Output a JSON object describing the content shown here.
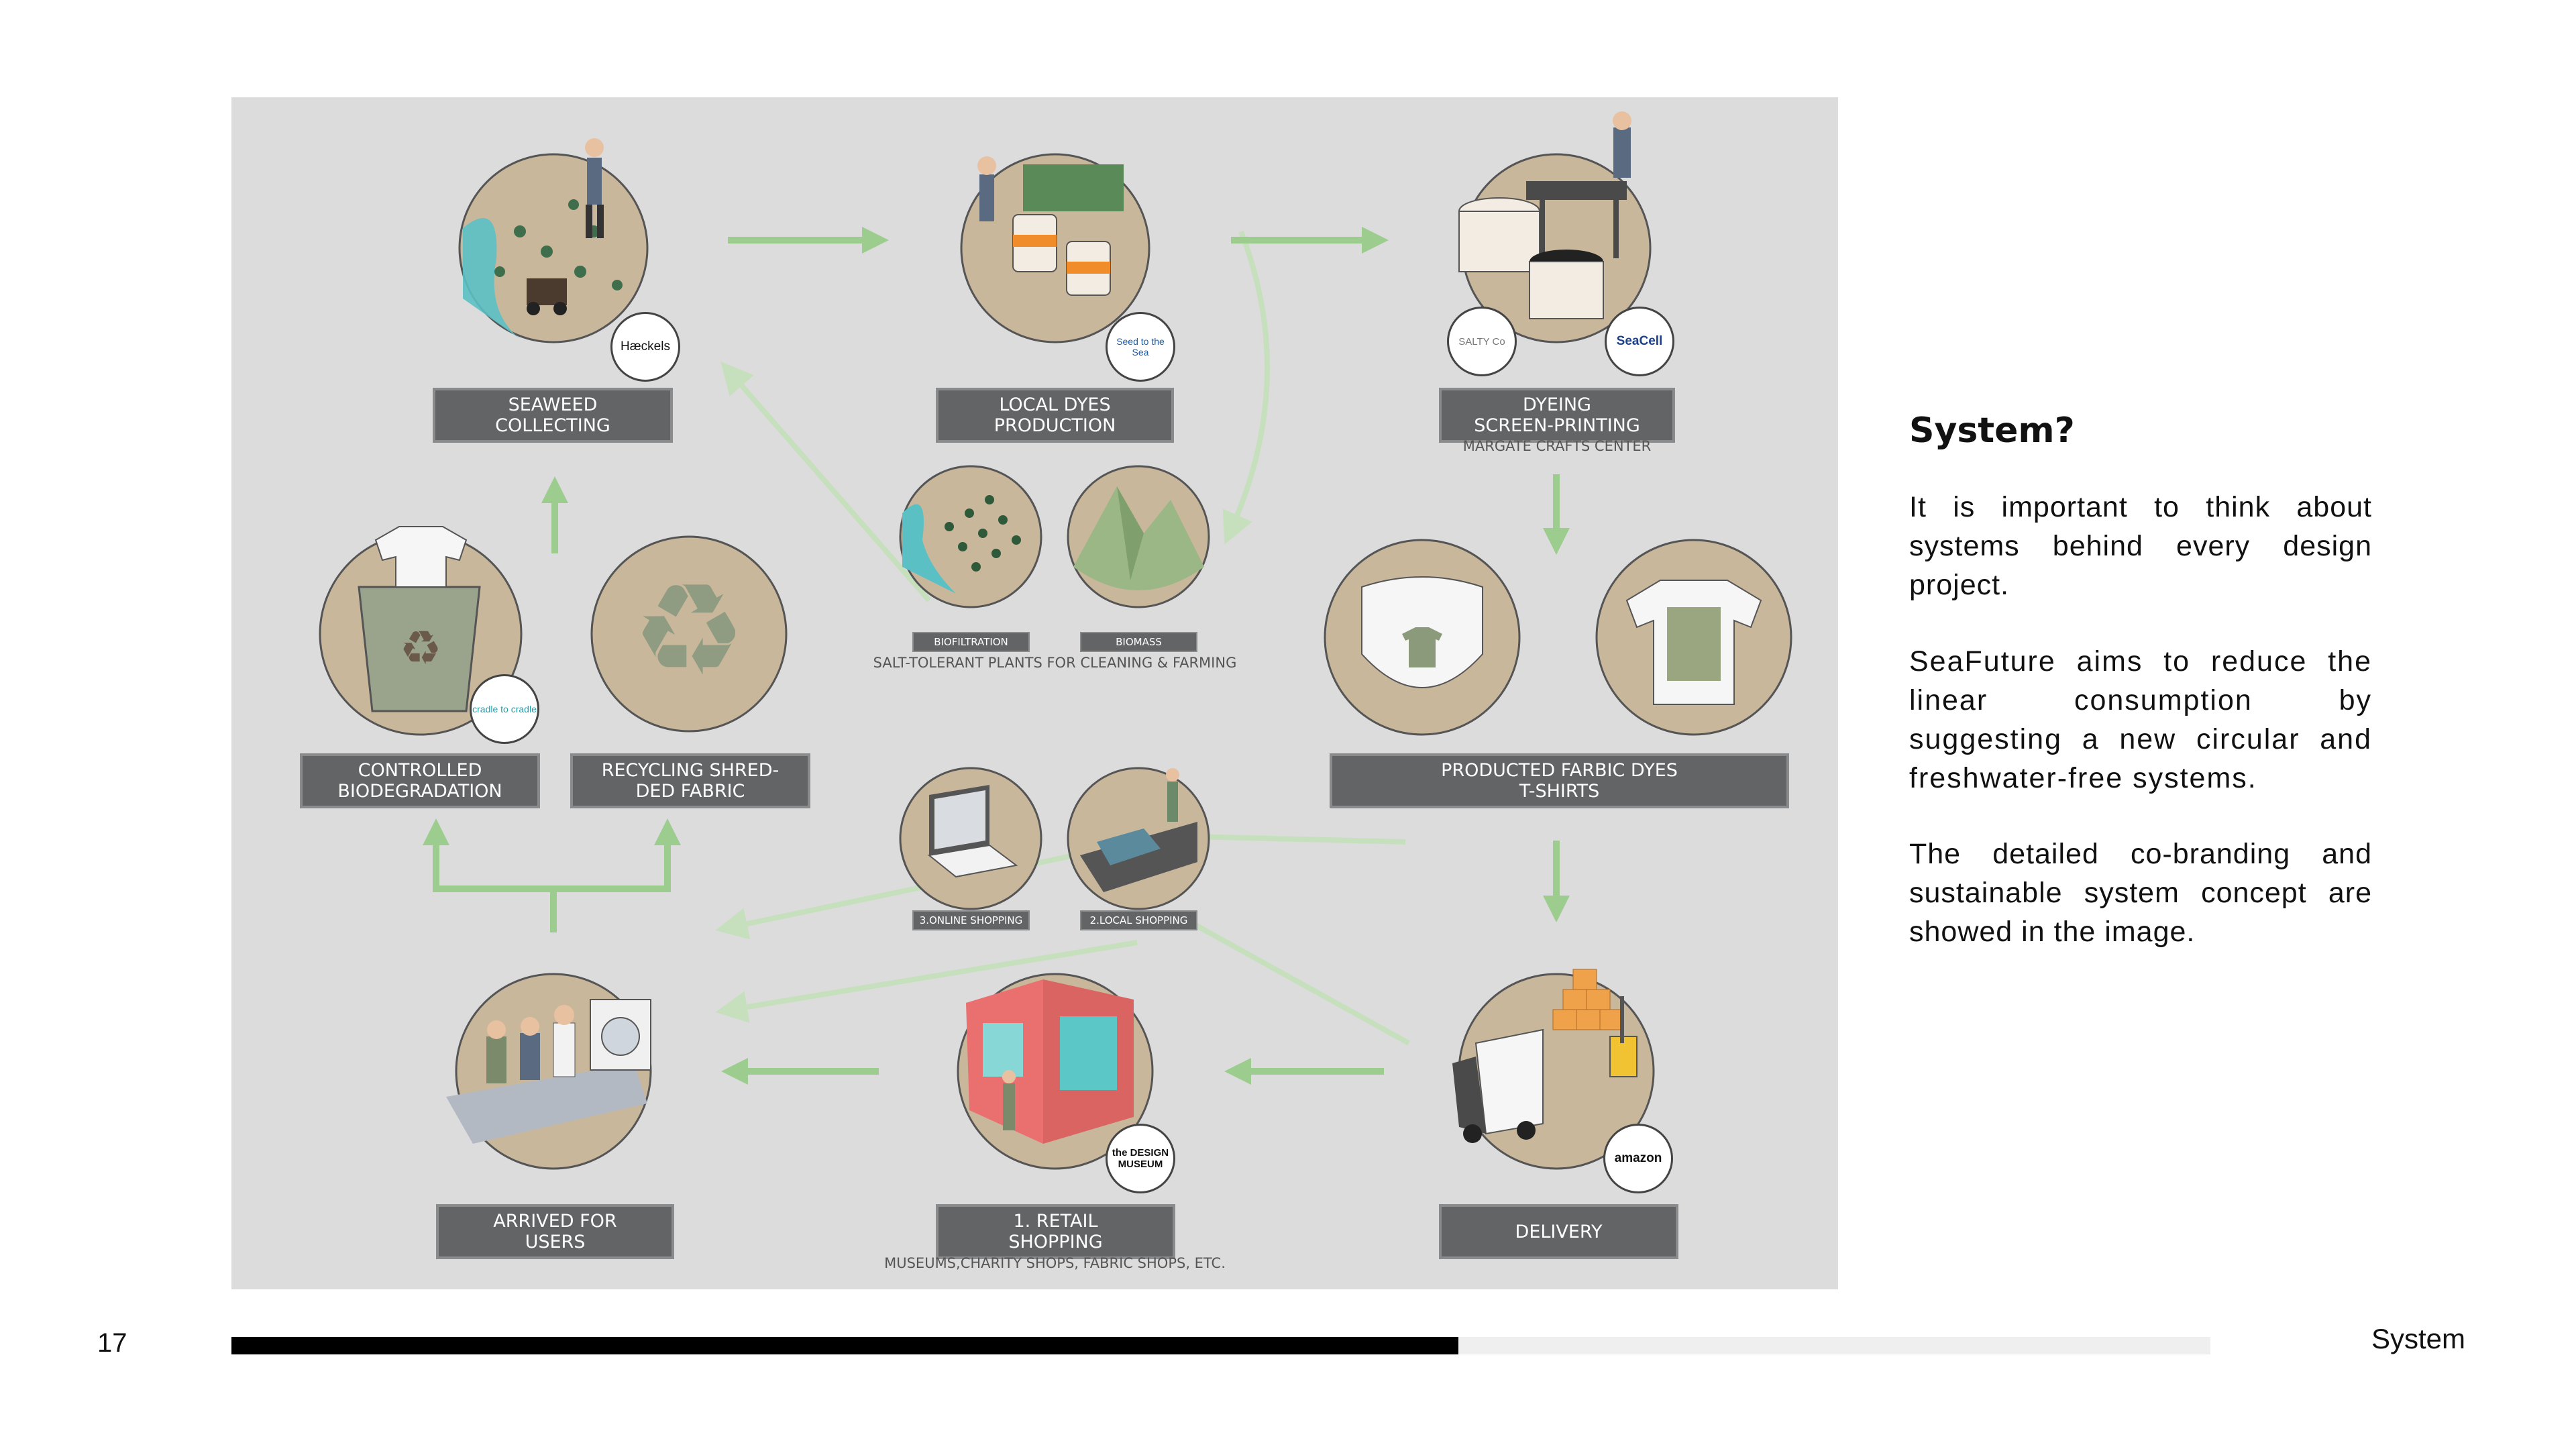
{
  "diagram": {
    "nodes": {
      "seaweed_collecting": {
        "label_line1": "SEAWEED",
        "label_line2": "COLLECTING",
        "logo": "Hæckels"
      },
      "local_dyes": {
        "label_line1": "LOCAL DYES",
        "label_line2": "PRODUCTION",
        "logo": "Seed to the Sea"
      },
      "dyeing": {
        "label_line1": "DYEING",
        "label_line2": "SCREEN-PRINTING",
        "sub": "MARGATE CRAFTS CENTER",
        "logo_a": "SALTY Co",
        "logo_b": "SeaCell"
      },
      "biofiltration": {
        "label": "BIOFILTRATION"
      },
      "biomass": {
        "label": "BIOMASS"
      },
      "salt_plants_caption": "SALT-TOLERANT PLANTS FOR CLEANING & FARMING",
      "controlled_bio": {
        "label_line1": "CONTROLLED",
        "label_line2": "BIODEGRADATION",
        "logo": "cradle to cradle"
      },
      "recycling": {
        "label_line1": "RECYCLING SHRED-",
        "label_line2": "DED FABRIC"
      },
      "products": {
        "label_line1": "PRODUCTED FARBIC DYES",
        "label_line2": "T-SHIRTS"
      },
      "online_shopping": {
        "label": "3.ONLINE SHOPPING"
      },
      "local_shopping": {
        "label": "2.LOCAL SHOPPING"
      },
      "arrived": {
        "label_line1": "ARRIVED FOR",
        "label_line2": "USERS"
      },
      "retail": {
        "label_line1": "1. RETAIL",
        "label_line2": "SHOPPING",
        "sub": "MUSEUMS,CHARITY SHOPS, FABRIC SHOPS, ETC.",
        "logo": "the DESIGN MUSEUM"
      },
      "delivery": {
        "label": "DELIVERY",
        "logo": "amazon"
      }
    },
    "colors": {
      "background": "#dcdcdc",
      "arrow": "#9dcc8f",
      "circle": "#c9b79c",
      "label_bg": "#636466"
    }
  },
  "side": {
    "title": "System?",
    "p1": "It is important to think about systems behind every design project.",
    "p2": "SeaFuture aims to reduce the linear consumption by suggesting a new circular and freshwater-free systems.",
    "p3": "The detailed co-branding and sustainable system concept are showed in the image."
  },
  "footer": {
    "page_number": "17",
    "section": "System",
    "progress": 0.62
  }
}
